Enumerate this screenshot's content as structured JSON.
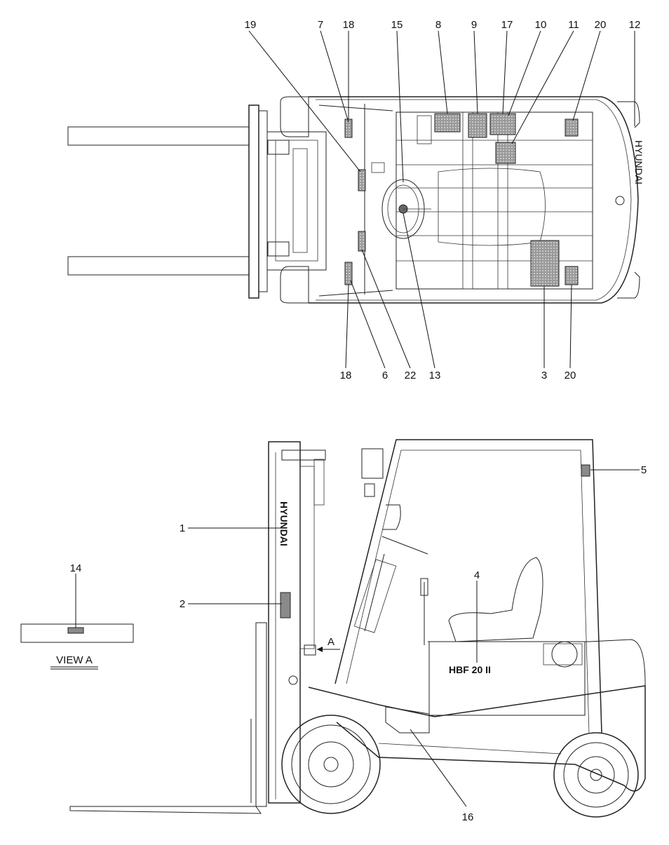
{
  "callouts": {
    "top": [
      "19",
      "7",
      "18",
      "15",
      "8",
      "9",
      "17",
      "10",
      "11",
      "20",
      "12"
    ],
    "bottom": [
      "18",
      "6",
      "22",
      "13",
      "3",
      "20"
    ],
    "side": [
      "1",
      "2",
      "4",
      "5",
      "16"
    ],
    "view": "14"
  },
  "mast_brand": "HYUNDAI",
  "counterweight_brand": "HYUNDAI",
  "model_badge": "HBF 20 II",
  "view_marker": "A",
  "view_title": "VIEW A",
  "colors": {
    "line": "#222222",
    "decal": "#8a8a8a",
    "background": "#ffffff"
  }
}
